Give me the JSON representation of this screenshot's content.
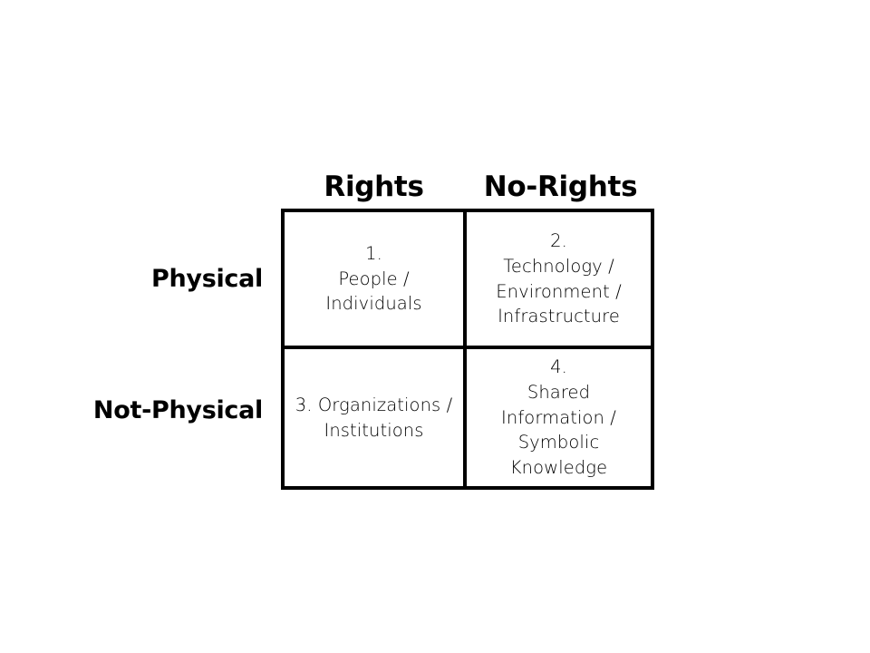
{
  "figure": {
    "type": "2x2-matrix",
    "columns": [
      {
        "id": "rights",
        "label": "Rights"
      },
      {
        "id": "no-rights",
        "label": "No-Rights"
      }
    ],
    "rows": [
      {
        "id": "physical",
        "label": "Physical"
      },
      {
        "id": "not-physical",
        "label": "Not-Physical"
      }
    ],
    "cells": [
      {
        "id": "cell-1",
        "number": "1.",
        "row": "physical",
        "column": "rights",
        "lines": [
          "1.",
          "People /",
          "Individuals"
        ],
        "text": "1.\nPeople /\nIndividuals"
      },
      {
        "id": "cell-2",
        "number": "2.",
        "row": "physical",
        "column": "no-rights",
        "lines": [
          "2.",
          "Technology /",
          "Environment /",
          "Infrastructure"
        ],
        "text": "2.\nTechnology /\nEnvironment /\nInfrastructure"
      },
      {
        "id": "cell-3",
        "number": "3.",
        "row": "not-physical",
        "column": "rights",
        "lines": [
          "3. Organizations /",
          "Institutions"
        ],
        "text": "3. Organizations /\nInstitutions"
      },
      {
        "id": "cell-4",
        "number": "4.",
        "row": "not-physical",
        "column": "no-rights",
        "lines": [
          "4.",
          "Shared",
          "Information /",
          "Symbolic",
          "Knowledge"
        ],
        "text": "4.\nShared\nInformation /\nSymbolic\nKnowledge"
      }
    ],
    "colors": {
      "background": "#ffffff",
      "border": "#000000",
      "text": "#000000"
    }
  }
}
